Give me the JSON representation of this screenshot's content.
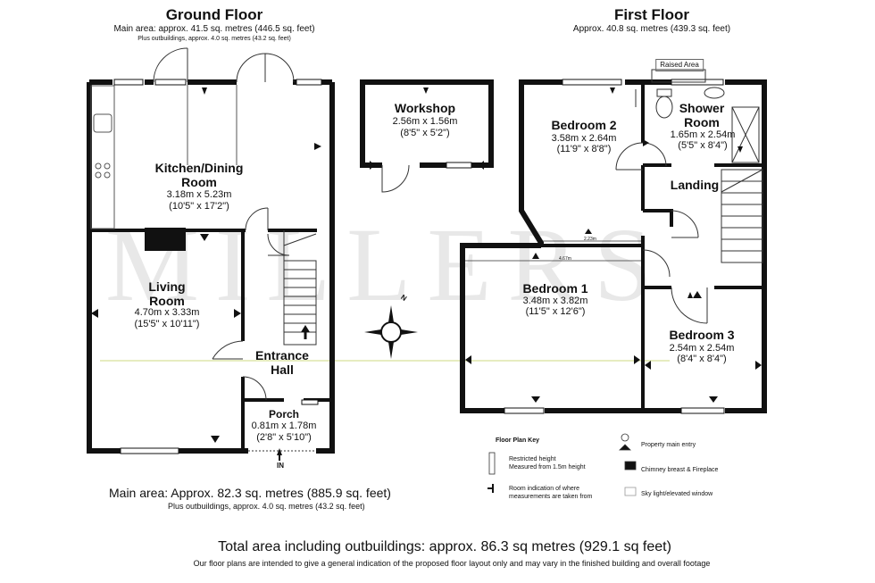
{
  "ground_floor": {
    "title": "Ground Floor",
    "main_area": "Main area: approx. 41.5 sq. metres (446.5 sq. feet)",
    "outbuildings": "Plus outbuildings, approx. 4.0 sq. metres (43.2 sq. feet)",
    "rooms": {
      "kitchen": {
        "name1": "Kitchen/Dining",
        "name2": "Room",
        "metric": "3.18m x 5.23m",
        "imperial": "(10'5\" x 17'2\")"
      },
      "living": {
        "name1": "Living",
        "name2": "Room",
        "metric": "4.70m x 3.33m",
        "imperial": "(15'5\" x 10'11\")"
      },
      "hall": {
        "name1": "Entrance",
        "name2": "Hall"
      },
      "porch": {
        "name": "Porch",
        "metric": "0.81m x 1.78m",
        "imperial": "(2'8\" x 5'10\")"
      },
      "workshop": {
        "name": "Workshop",
        "metric": "2.56m x 1.56m",
        "imperial": "(8'5\" x 5'2\")"
      }
    },
    "entry_label": "IN"
  },
  "first_floor": {
    "title": "First Floor",
    "area": "Approx. 40.8 sq. metres (439.3 sq. feet)",
    "raised_area": "Raised Area",
    "rooms": {
      "bedroom2": {
        "name": "Bedroom 2",
        "metric": "3.58m x 2.64m",
        "imperial": "(11'9\" x 8'8\")"
      },
      "shower": {
        "name1": "Shower",
        "name2": "Room",
        "metric": "1.65m x 2.54m",
        "imperial": "(5'5\" x 8'4\")"
      },
      "landing": {
        "name": "Landing"
      },
      "bedroom1": {
        "name": "Bedroom 1",
        "metric": "3.48m x 3.82m",
        "imperial": "(11'5\" x 12'6\")"
      },
      "bedroom3": {
        "name": "Bedroom 3",
        "metric": "2.54m x 2.54m",
        "imperial": "(8'4\" x 8'4\")"
      }
    },
    "measure_labels": [
      "2.23m",
      "4.67m"
    ]
  },
  "compass_label": "N",
  "watermark": "MILLERS",
  "key": {
    "title": "Floor Plan Key",
    "items": [
      "Restricted height",
      "Measured from 1.5m height",
      "Room indication of where",
      "measurements are taken from",
      "Property main entry",
      "Chimney breast & Fireplace",
      "Sky light/elevated window"
    ]
  },
  "summary": {
    "main_area": "Main area: Approx. 82.3 sq. metres (885.9 sq. feet)",
    "outbuildings": "Plus outbuildings, approx. 4.0 sq. metres (43.2 sq. feet)",
    "total": "Total area including  outbuildings: approx. 86.3 sq metres (929.1 sq feet)",
    "disclaimer": "Our floor plans are intended to give a general indication of the proposed floor layout only and may vary in the finished building and overall footage"
  },
  "colors": {
    "wall": "#111111",
    "watermark_red": "#e8a0a0",
    "watermark_grey": "#c8c8c8",
    "guide_line": "#e6ecc0"
  }
}
